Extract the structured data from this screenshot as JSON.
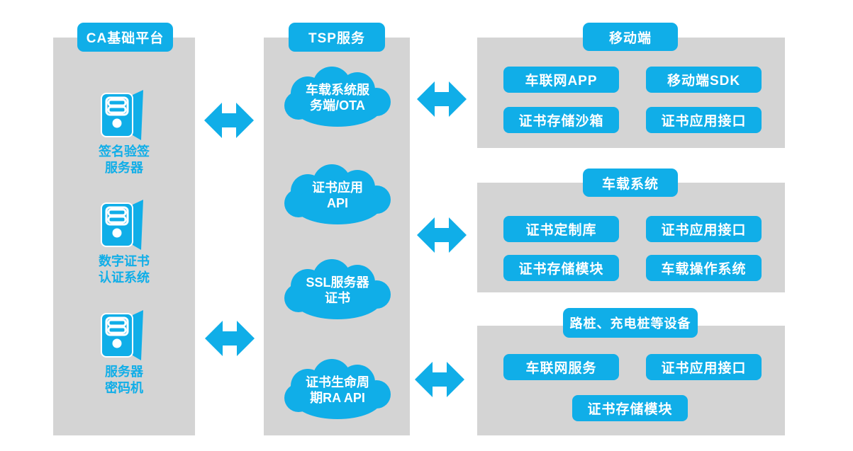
{
  "colors": {
    "accent": "#10AEE8",
    "panel_gray": "#D4D4D4",
    "text_on_accent": "#FFFFFF"
  },
  "left_panel": {
    "title": "CA基础平台",
    "servers": [
      {
        "icon": "server-tower-icon",
        "label_line1": "签名验签",
        "label_line2": "服务器"
      },
      {
        "icon": "server-tower-icon",
        "label_line1": "数字证书",
        "label_line2": "认证系统"
      },
      {
        "icon": "server-tower-icon",
        "label_line1": "服务器",
        "label_line2": "密码机"
      }
    ]
  },
  "middle_panel": {
    "title": "TSP服务",
    "clouds": [
      {
        "icon": "cloud-icon",
        "line1": "车载系统服",
        "line2": "务端/OTA"
      },
      {
        "icon": "cloud-icon",
        "line1": "证书应用",
        "line2": "API"
      },
      {
        "icon": "cloud-icon",
        "line1": "SSL服务器",
        "line2": "证书"
      },
      {
        "icon": "cloud-icon",
        "line1": "证书生命周",
        "line2": "期RA API"
      }
    ]
  },
  "right_boxes": [
    {
      "title": "移动端",
      "buttons": [
        "车联网APP",
        "移动端SDK",
        "证书存储沙箱",
        "证书应用接口"
      ]
    },
    {
      "title": "车载系统",
      "buttons": [
        "证书定制库",
        "证书应用接口",
        "证书存储模块",
        "车载操作系统"
      ]
    },
    {
      "title": "路桩、充电桩等设备",
      "buttons": [
        "车联网服务",
        "证书应用接口",
        "证书存储模块"
      ]
    }
  ],
  "connectors": {
    "icon": "double-headed-arrow-icon",
    "count": 5
  }
}
